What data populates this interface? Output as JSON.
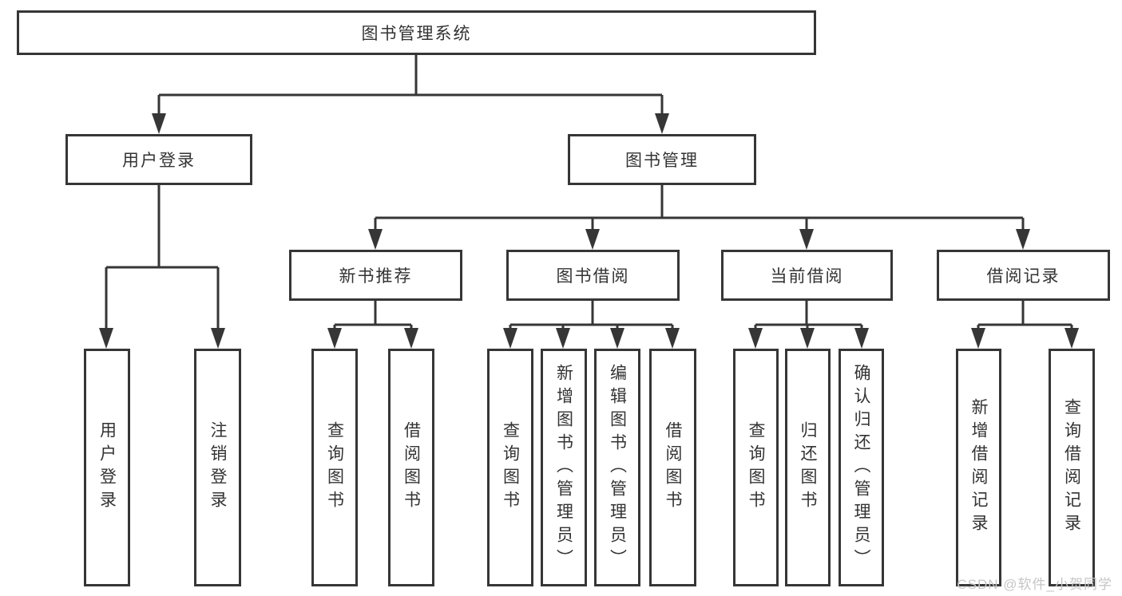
{
  "diagram": {
    "root": {
      "label": "图书管理系统"
    },
    "level2": [
      {
        "label": "用户登录"
      },
      {
        "label": "图书管理"
      }
    ],
    "level3": [
      {
        "label": "新书推荐"
      },
      {
        "label": "图书借阅"
      },
      {
        "label": "当前借阅"
      },
      {
        "label": "借阅记录"
      }
    ],
    "leaves": [
      {
        "label": "用户登录"
      },
      {
        "label": "注销登录"
      },
      {
        "label": "查询图书"
      },
      {
        "label": "借阅图书"
      },
      {
        "label": "查询图书"
      },
      {
        "label": "新增图书（管理员）"
      },
      {
        "label": "编辑图书（管理员）"
      },
      {
        "label": "借阅图书"
      },
      {
        "label": "查询图书"
      },
      {
        "label": "归还图书"
      },
      {
        "label": "确认归还（管理员）"
      },
      {
        "label": "新增借阅记录"
      },
      {
        "label": "查询借阅记录"
      }
    ],
    "colors": {
      "line": "#363636",
      "background": "#ffffff",
      "watermark_text": "#c6c6c6"
    },
    "watermark": "CSDN @软件_小贺同学"
  }
}
